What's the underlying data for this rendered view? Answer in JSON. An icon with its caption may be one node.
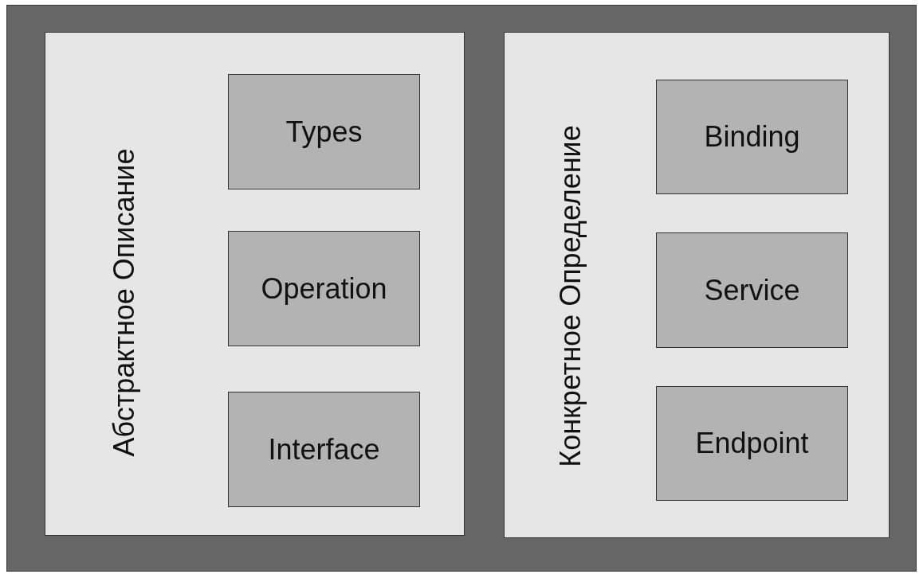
{
  "diagram": {
    "nodes": [
      {
        "text": [
          "Абстрактное Описание"
        ]
      },
      {
        "text": [
          "Types"
        ],
        "in": 0
      },
      {
        "text": [
          "Operation"
        ],
        "in": 0
      },
      {
        "text": [
          "Interface"
        ],
        "in": 0
      },
      {
        "text": [
          "Конкретное Определение"
        ]
      },
      {
        "text": [
          "Binding"
        ],
        "in": 4
      },
      {
        "text": [
          "Service"
        ],
        "in": 4
      },
      {
        "text": [
          "Endpoint"
        ],
        "in": 4
      }
    ]
  }
}
